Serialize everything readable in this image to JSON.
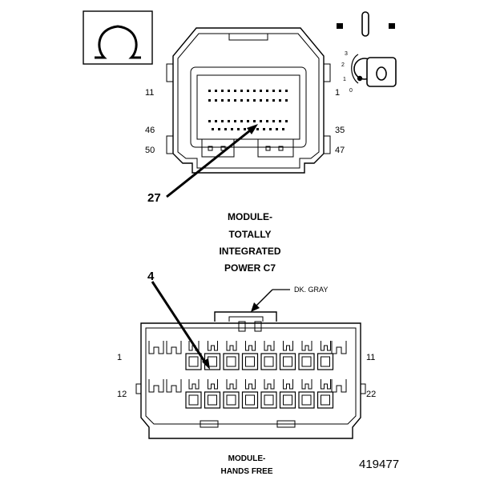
{
  "symbol": {
    "name": "omega-icon"
  },
  "key_icon": {
    "name": "ignition-key-icon",
    "positions": [
      "3",
      "2",
      "1",
      "0"
    ]
  },
  "connector_c7": {
    "pins_left": [
      "11",
      "46",
      "50"
    ],
    "pins_right": [
      "1",
      "35",
      "47"
    ],
    "callout": "27",
    "caption": [
      "MODULE-",
      "TOTALLY",
      "INTEGRATED",
      "POWER C7"
    ]
  },
  "connector_hf": {
    "color_label": "DK. GRAY",
    "callout": "4",
    "pins_left": [
      "1",
      "12"
    ],
    "pins_right": [
      "11",
      "22"
    ],
    "caption": [
      "MODULE-",
      "HANDS FREE"
    ]
  },
  "figure_number": "419477"
}
